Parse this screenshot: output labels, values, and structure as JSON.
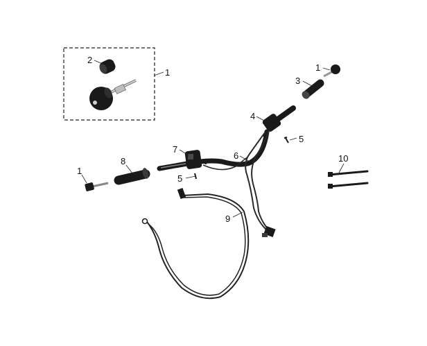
{
  "callouts": {
    "c1_box": "1",
    "c2": "2",
    "c1_right": "1",
    "c3": "3",
    "c4": "4",
    "c5_right": "5",
    "c6": "6",
    "c7": "7",
    "c8": "8",
    "c1_left": "1",
    "c5_left": "5",
    "c9": "9",
    "c10": "10"
  },
  "colors": {
    "part": "#1a1a1a",
    "wire": "#2a2a2a",
    "highlight": "#9a9a9a",
    "metal": "#cfcfcf"
  }
}
